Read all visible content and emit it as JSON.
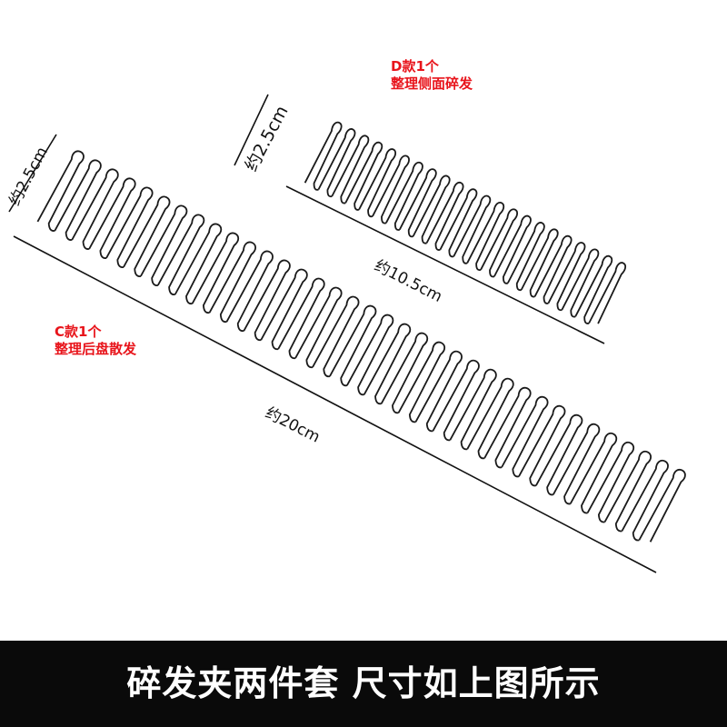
{
  "product": {
    "d_comb": {
      "title": "D款1个",
      "desc": "整理侧面碎发",
      "height_label": "约2.5cm",
      "length_label": "约10.5cm",
      "teeth": 22
    },
    "c_comb": {
      "title": "C款1个",
      "desc": "整理后盘散发",
      "height_label": "约2.5cm",
      "length_label": "约20cm",
      "teeth": 36
    }
  },
  "banner": {
    "text": "碎发夹两件套  尺寸如上图所示"
  },
  "colors": {
    "wire": "#1a1a1a",
    "accent_red": "#e8141b",
    "banner_bg": "#0a0a0a"
  }
}
